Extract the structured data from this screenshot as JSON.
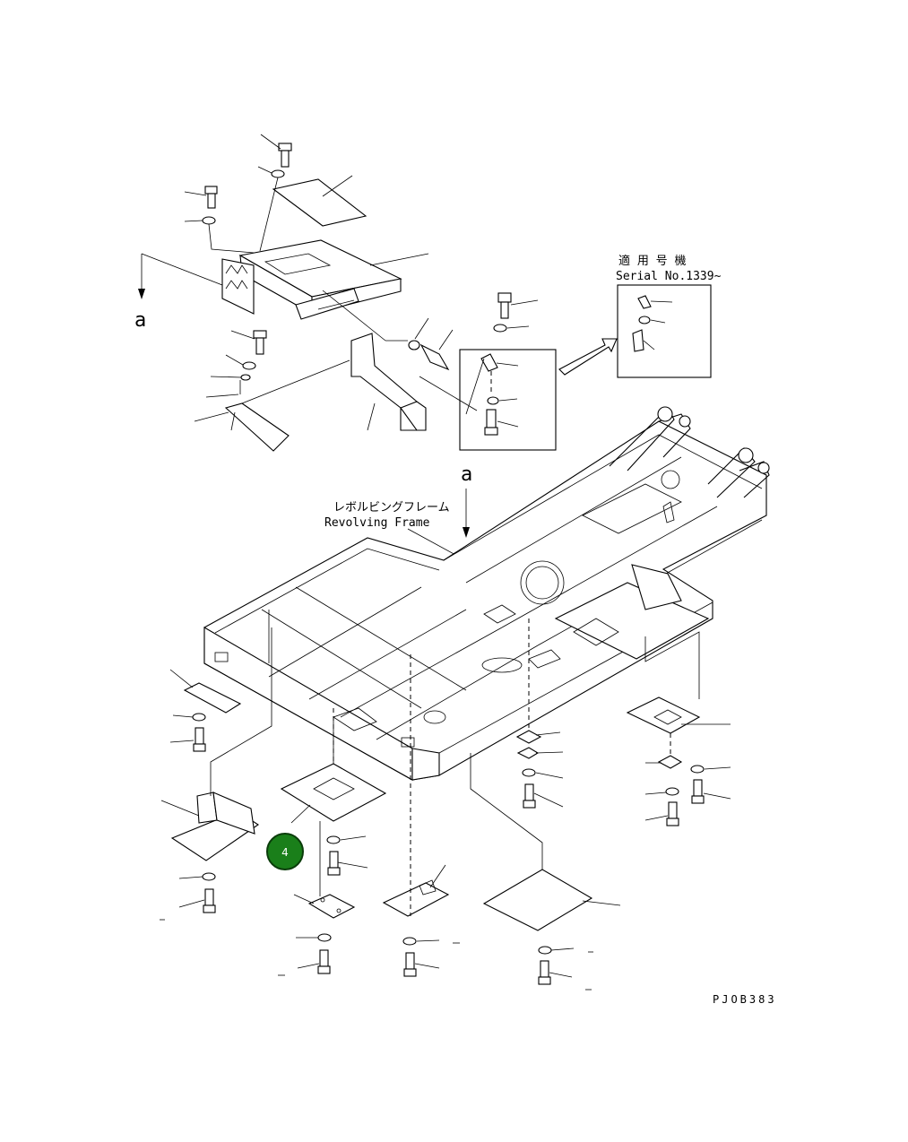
{
  "labels": {
    "arrow_a_left": "a",
    "arrow_a_center": "a",
    "serial_jp": "適 用 号 機",
    "serial_en": "Serial No.1339~",
    "frame_jp": "レボルビングフレーム",
    "frame_en": "Revolving Frame",
    "drawing_code": "PJOB383"
  },
  "badge": {
    "number": "4",
    "color": "#1a7f1a"
  }
}
